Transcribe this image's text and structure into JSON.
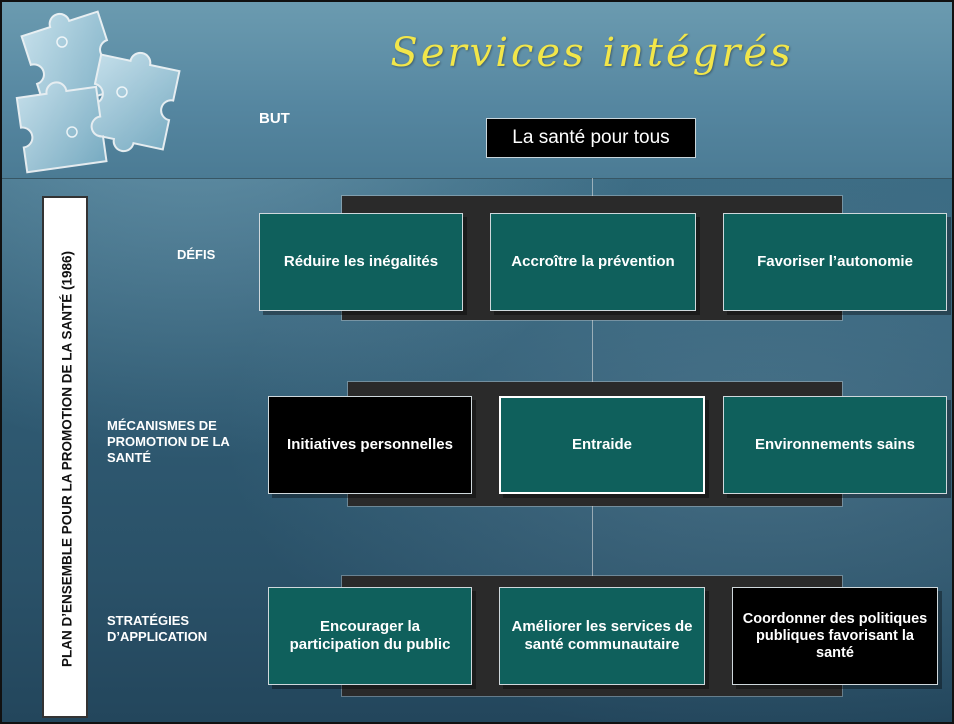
{
  "title": "Services intégrés",
  "goal": {
    "label": "BUT",
    "text": "La santé pour tous"
  },
  "side_label": "PLAN D’ENSEMBLE POUR LA PROMOTION DE LA SANTÉ (1986)",
  "rows": [
    {
      "label": "DÉFIS",
      "boxes": [
        "Réduire les inégalités",
        "Accroître la prévention",
        "Favoriser l’autonomie"
      ]
    },
    {
      "label": "MÉCANISMES DE PROMOTION DE LA SANTÉ",
      "boxes": [
        "Initiatives personnelles",
        "Entraide",
        "Environnements sains"
      ]
    },
    {
      "label": "STRATÉGIES D’APPLICATION",
      "boxes": [
        "Encourager la participation du public",
        "Améliorer les services de santé communautaire",
        "Coordonner des politiques publiques favorisant la santé"
      ]
    }
  ],
  "colors": {
    "title": "#f2e64a",
    "box_teal": "#0f605c",
    "box_black": "#000000"
  },
  "icons": [
    "puzzle-pieces"
  ]
}
